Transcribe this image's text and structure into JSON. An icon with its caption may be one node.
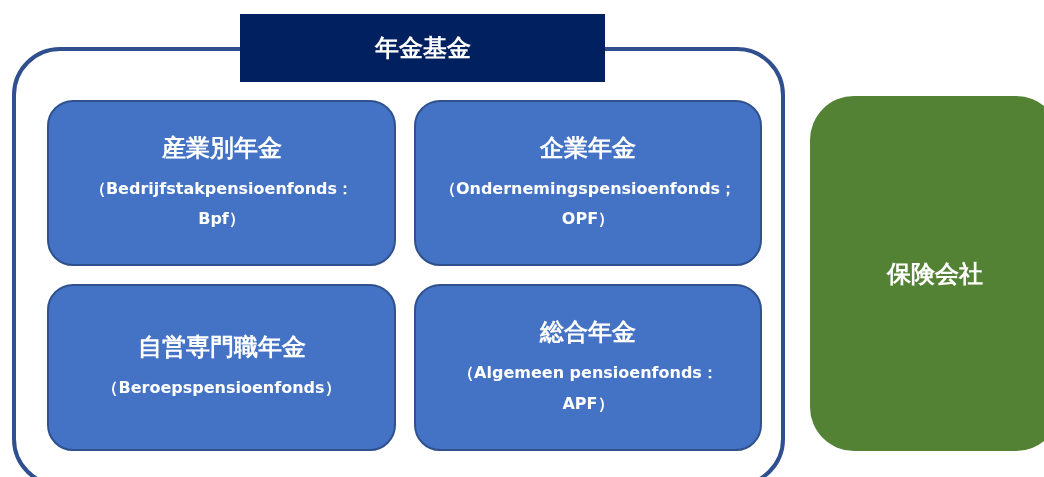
{
  "diagram": {
    "nodes": [
      {
        "text": [
          "年金基金"
        ]
      },
      {
        "text": [
          "産業別年金",
          "（Bedrijfstakpensioenfonds：Bpf）"
        ],
        "in": 0
      },
      {
        "text": [
          "企業年金",
          "（Ondernemingspensioenfonds；OPF）"
        ],
        "in": 0
      },
      {
        "text": [
          "自営専門職年金",
          "（Beroepspensioenfonds）"
        ],
        "in": 0
      },
      {
        "text": [
          "総合年金",
          "（Algemeen pensioenfonds：APF）"
        ],
        "in": 0
      },
      {
        "text": [
          "保険会社"
        ]
      }
    ]
  }
}
